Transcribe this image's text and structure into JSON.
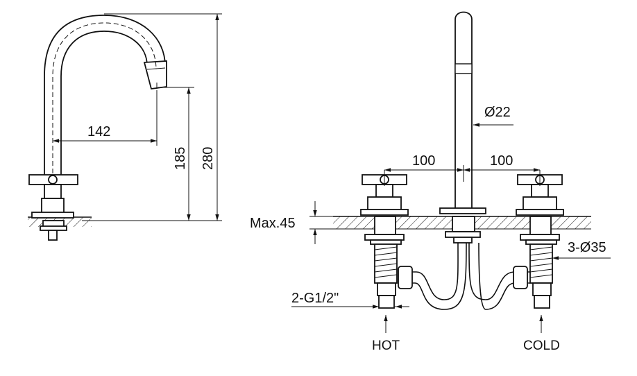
{
  "dimensions": {
    "reach": "142",
    "spout_height": "185",
    "total_height": "280",
    "spacing_left": "100",
    "spacing_right": "100",
    "spout_diameter": "Ø22",
    "max_deck": "Max.45",
    "hole_diameter": "3-Ø35",
    "connection": "2-G1/2\""
  },
  "labels": {
    "hot": "HOT",
    "cold": "COLD"
  }
}
